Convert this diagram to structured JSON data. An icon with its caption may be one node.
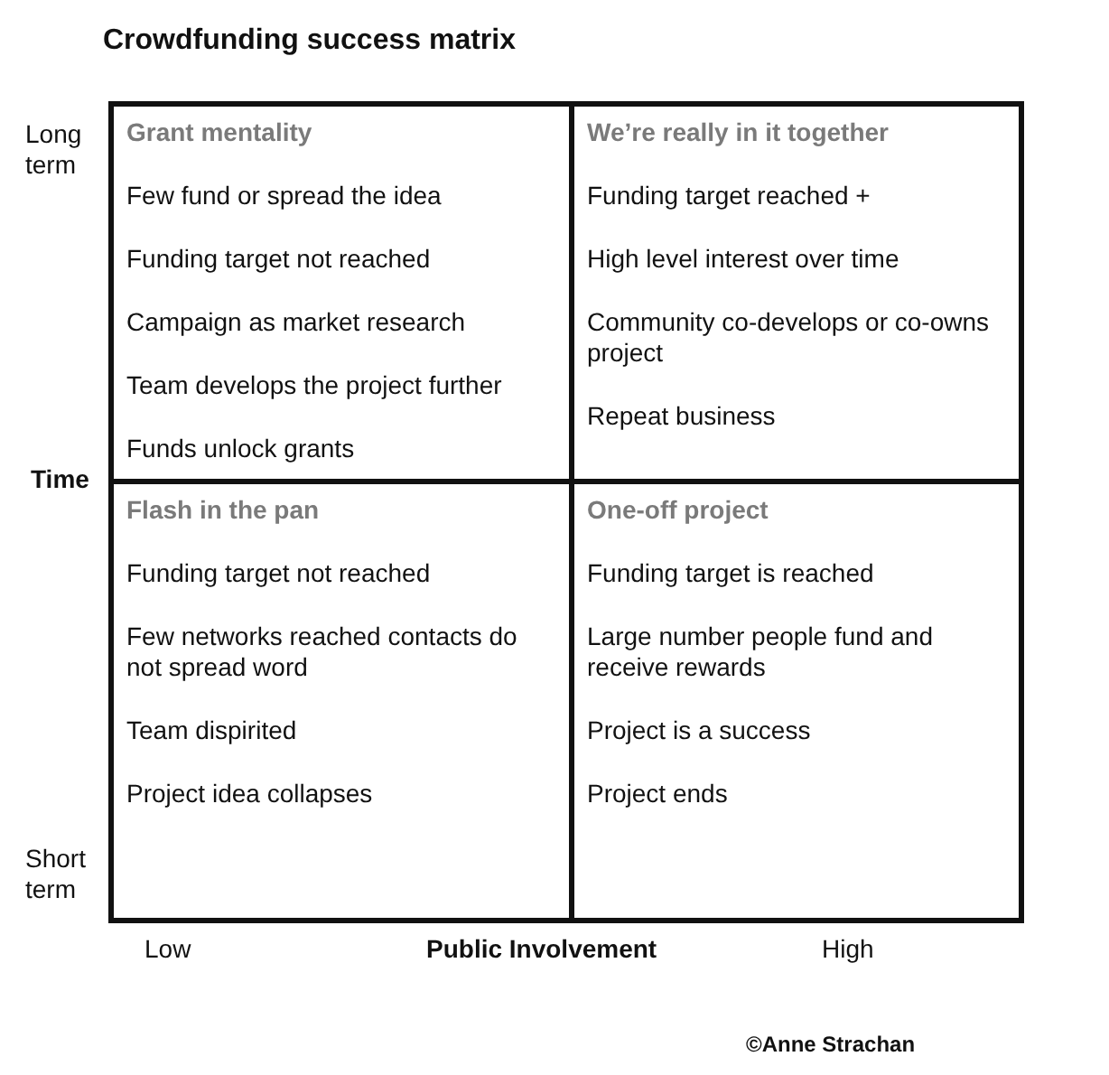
{
  "diagram": {
    "title": "Crowdfunding success matrix",
    "nodes": [
      {
        "text": [
          "Grant mentality",
          "Few fund or spread the idea",
          "Funding target not reached",
          "Campaign as market research",
          "Team develops the project further",
          "Funds unlock grants"
        ]
      },
      {
        "text": [
          "We’re really in it together",
          "Funding target reached +",
          "High level interest over time",
          "Community co-develops or co-owns project",
          "Repeat business"
        ]
      },
      {
        "text": [
          "Flash in the pan",
          "Funding target not reached",
          "Few networks reached contacts do not spread word",
          "Team dispirited",
          "Project idea collapses"
        ]
      },
      {
        "text": [
          "One-off project",
          "Funding target is reached",
          "Large number people fund and receive rewards",
          "Project is a success",
          "Project ends"
        ]
      }
    ],
    "labels": [
      "Long term",
      "Time",
      "Short term",
      "Low",
      "Public Involvement",
      "High",
      "©Anne Strachan"
    ]
  }
}
